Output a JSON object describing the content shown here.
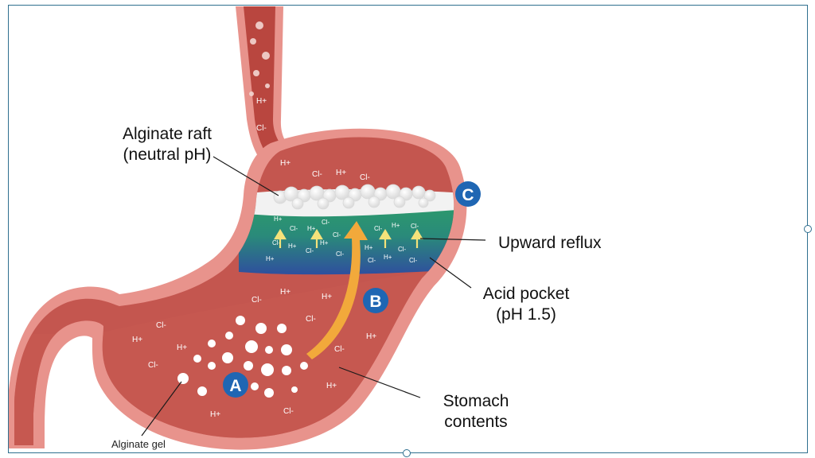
{
  "labels": {
    "raft_line1": "Alginate raft",
    "raft_line2": "(neutral pH)",
    "upward_reflux": "Upward reflux",
    "acid_line1": "Acid pocket",
    "acid_line2": "(pH 1.5)",
    "contents_line1": "Stomach",
    "contents_line2": "contents",
    "alginate_gel": "Alginate gel"
  },
  "badges": {
    "a": "A",
    "b": "B",
    "c": "C"
  },
  "ions": {
    "hydrogen": "H+",
    "chloride": "Cl-"
  },
  "colors": {
    "stomach_wall": "#e8938c",
    "stomach_inner": "#c4564f",
    "acid_pocket_blue": "#2f5a9e",
    "acid_pocket_green": "#2f9a6a",
    "raft_white": "#f2f2f2",
    "badge_blue": "#1f66b3",
    "reflux_arrow": "#f2a93b",
    "small_arrow": "#f4e27a"
  }
}
